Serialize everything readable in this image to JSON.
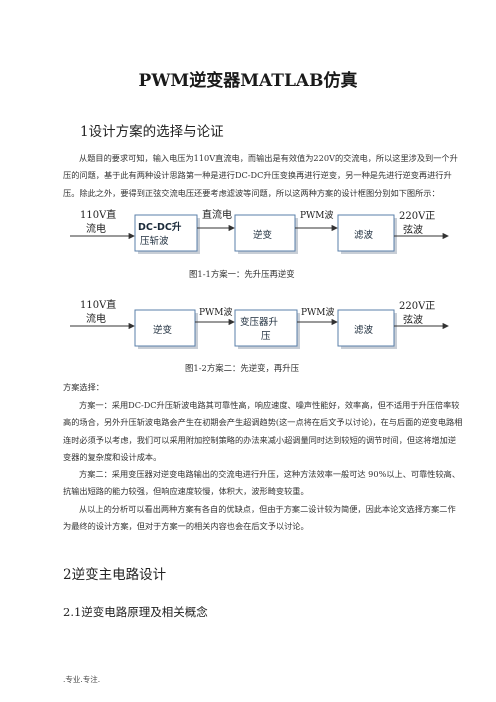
{
  "title": "PWM逆变器MATLAB仿真",
  "section1": {
    "heading": "1设计方案的选择与论证",
    "intro": "从题目的要求可知，输入电压为110V直流电，而输出是有效值为220V的交流电，所以这里涉及到一个升压的问题，基于此有两种设计思路第一种是进行DC-DC升压变换再进行逆变，另一种是先进行逆变再进行升压。除此之外，要得到正弦交流电压还要考虑滤波等问题，所以这两种方案的设计框图分别如下图所示："
  },
  "diagram1": {
    "input_label_1": "110V直",
    "input_label_2": "流电",
    "box1_line1": "DC-DC升",
    "box1_line2": "压斩波",
    "link1_label": "直流电",
    "box2": "逆变",
    "link2_label": "PWM波",
    "box3": "滤波",
    "output_label_1": "220V正",
    "output_label_2": "弦波",
    "caption": "图1-1方案一：先升压再逆变"
  },
  "diagram2": {
    "input_label_1": "110V直",
    "input_label_2": "流电",
    "box1": "逆变",
    "link1_label": "PWM波",
    "box2_line1": "变压器升",
    "box2_line2": "压",
    "link2_label": "PWM波",
    "box3": "滤波",
    "output_label_1": "220V正",
    "output_label_2": "弦波",
    "caption": "图1-2方案二：先逆变，再升压"
  },
  "selection": {
    "label": "方案选择：",
    "plan1": "方案一：采用DC-DC升压斩波电路其可靠性高，响应速度、噪声性能好，效率高，但不适用于升压倍率较高的场合，另外升压斩波电路会产生在初期会产生超调趋势(这一点将在后文予以讨论)，在与后面的逆变电路相连时必须予以考虑，我们可以采用附加控制策略的办法来减小超调量同时达到较短的调节时间，但这将增加逆变器的复杂度和设计成本。",
    "plan2": "方案二：采用变压器对逆变电路输出的交流电进行升压，这种方法效率一般可达 90%以上、可靠性较高、抗输出短路的能力较强，但响应速度较慢，体积大，波形畸变较重。",
    "conclusion": "从以上的分析可以看出两种方案有各自的优缺点，但由于方案二设计较为简便，因此本论文选择方案二作为最终的设计方案，但对于方案一的相关内容也会在后文予以讨论。"
  },
  "section2": {
    "heading": "2逆变主电路设计",
    "sub1": "2.1逆变电路原理及相关概念"
  },
  "footer": ".专业.专注."
}
